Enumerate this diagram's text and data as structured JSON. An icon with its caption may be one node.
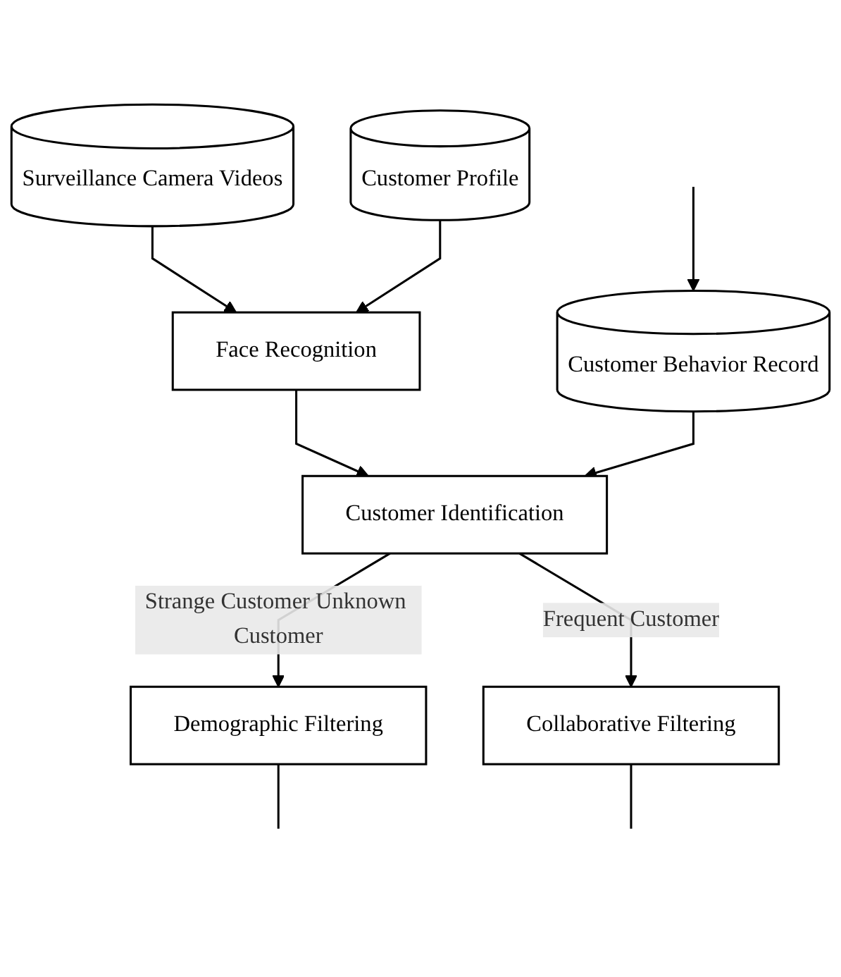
{
  "diagram": {
    "nodes": [
      {
        "text": [
          "Surveillance Camera Videos"
        ]
      },
      {
        "text": [
          "Face Recognition"
        ]
      },
      {
        "text": [
          "Customer Profile"
        ]
      },
      {
        "text": [
          "Customer Identification"
        ]
      },
      {
        "text": [
          "Customer Behavior Record"
        ]
      },
      {
        "text": [
          "Demographic Filtering"
        ]
      },
      {
        "text": [
          "Collaborative Filtering"
        ]
      }
    ],
    "edges": [
      {
        "from": 0,
        "to": 1,
        "arrow": "to"
      },
      {
        "from": 2,
        "to": 1,
        "arrow": "to"
      },
      {
        "from": 1,
        "to": 3,
        "arrow": "to"
      },
      {
        "from": 4,
        "to": 3,
        "arrow": "to"
      },
      {
        "from": null,
        "to": 4,
        "arrow": "to"
      },
      {
        "from": 3,
        "to": 5,
        "arrow": "to",
        "label": "Strange Customer Unknown Customer"
      },
      {
        "from": 3,
        "to": 6,
        "arrow": "to",
        "label": "Frequent Customer"
      },
      {
        "from": 5,
        "to": null,
        "arrow": "none"
      },
      {
        "from": 6,
        "to": null,
        "arrow": "none"
      }
    ]
  }
}
